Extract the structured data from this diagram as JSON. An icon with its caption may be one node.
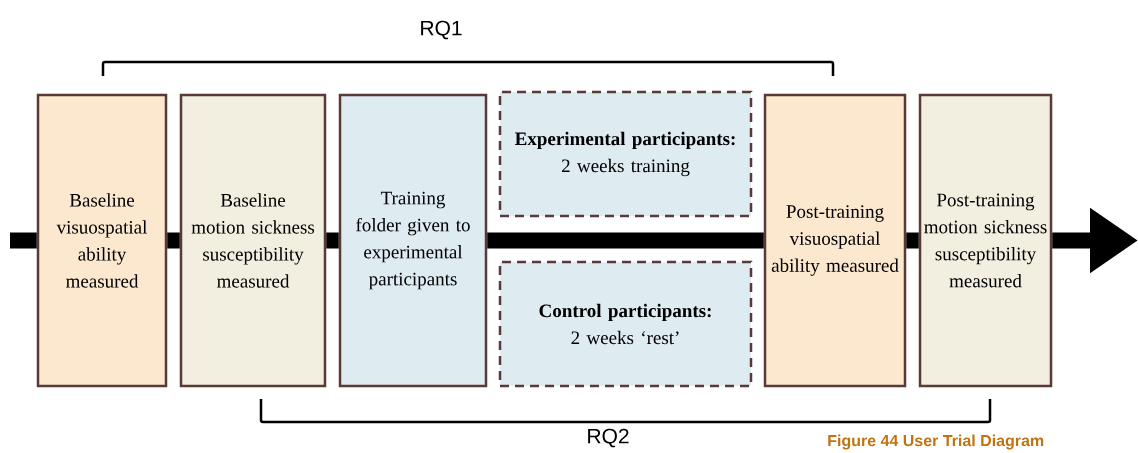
{
  "diagram": {
    "caption": "Figure 44 User Trial Diagram",
    "nodes": [
      {
        "text": [
          "Baseline visuospatial ability measured"
        ]
      },
      {
        "text": [
          "Baseline motion sickness susceptibility measured"
        ]
      },
      {
        "text": [
          "Training folder given to experimental participants"
        ]
      },
      {
        "text": [
          "Experimental participants:",
          "2 weeks training"
        ]
      },
      {
        "text": [
          "Control participants:",
          "2 weeks ‘rest’"
        ]
      },
      {
        "text": [
          "Post-training visuospatial ability measured"
        ]
      },
      {
        "text": [
          "Post-training motion sickness susceptibility measured"
        ]
      }
    ],
    "edges": [
      {
        "from": null,
        "to": 0,
        "arrow": "none"
      },
      {
        "from": 0,
        "to": 1,
        "arrow": "none"
      },
      {
        "from": 1,
        "to": 2,
        "arrow": "none"
      },
      {
        "from": 2,
        "to": 5,
        "arrow": "none"
      },
      {
        "from": 5,
        "to": 6,
        "arrow": "none"
      },
      {
        "from": 6,
        "to": null,
        "arrow": "to"
      }
    ],
    "labels": [
      "RQ1",
      "RQ2"
    ]
  }
}
